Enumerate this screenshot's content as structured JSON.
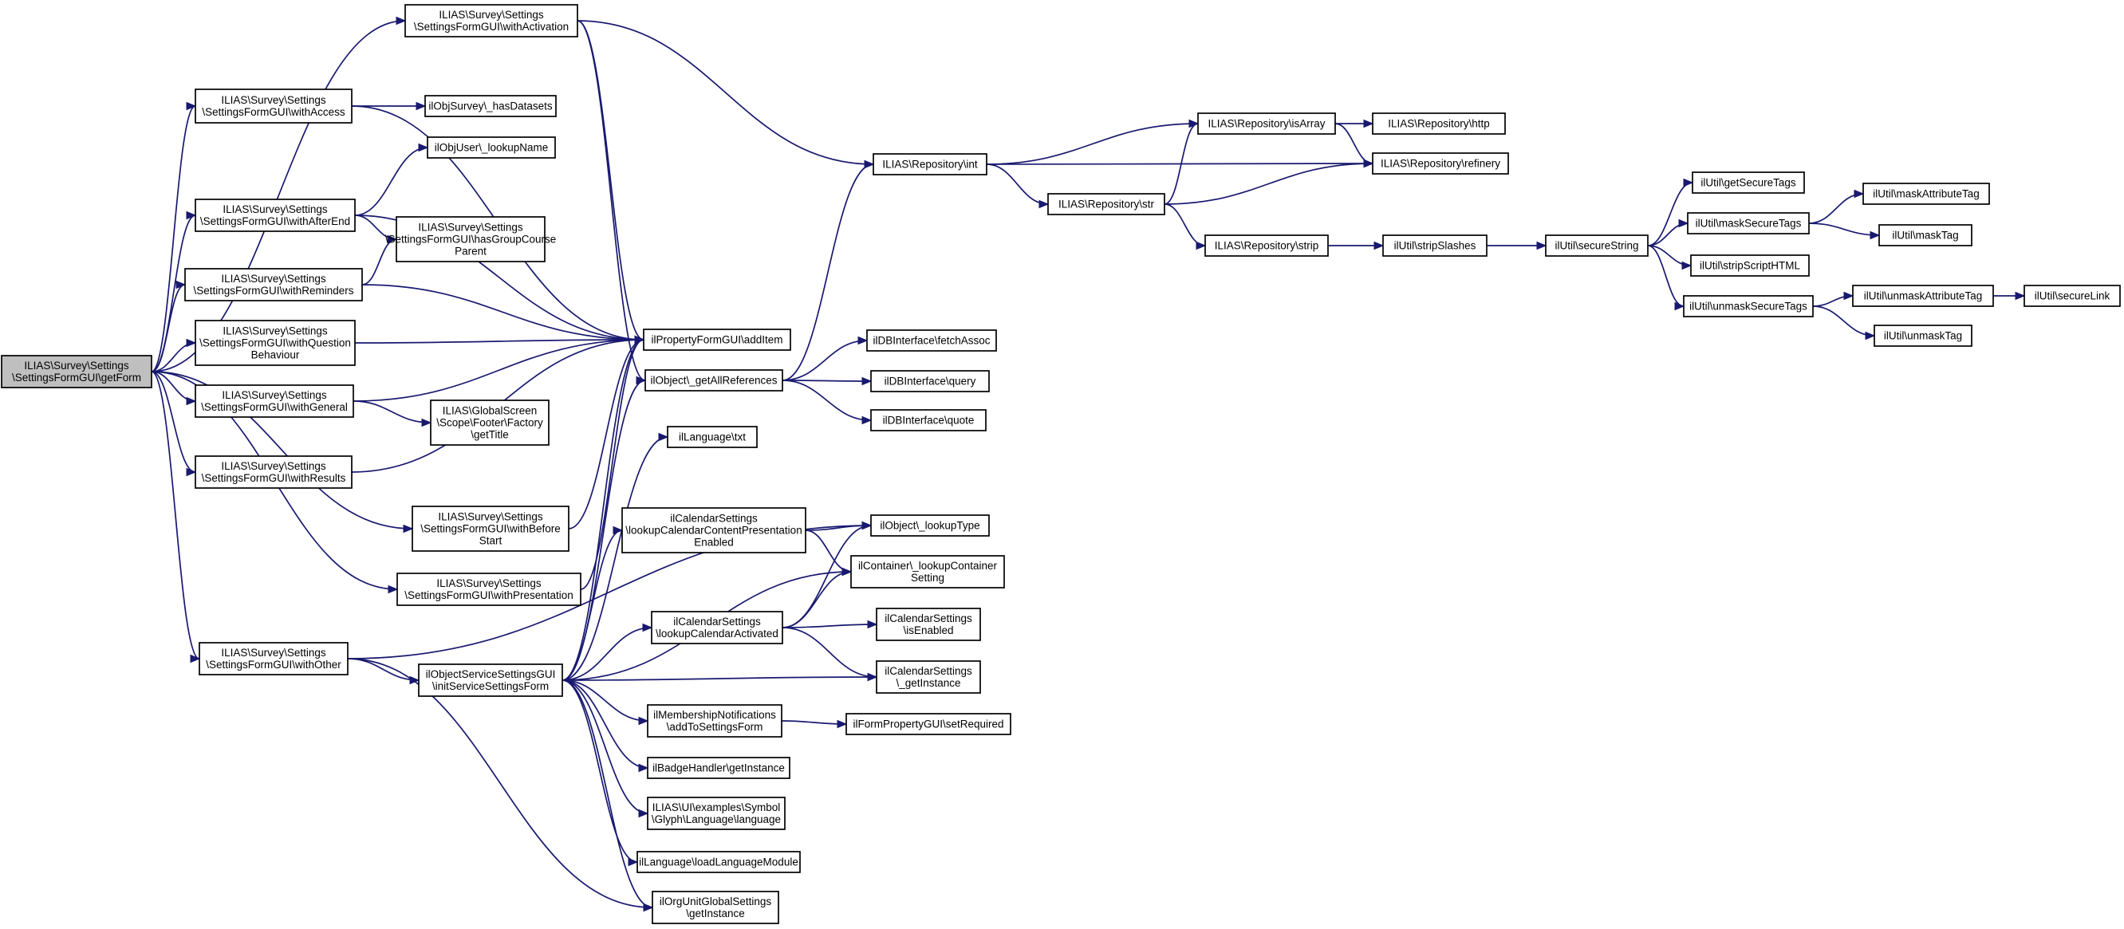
{
  "graph": {
    "edge_color": "#191970",
    "root_fill": "#bfbfbf",
    "nodes": [
      {
        "id": "getForm",
        "lines": [
          "ILIAS\\Survey\\Settings",
          "\\SettingsFormGUI\\getForm"
        ],
        "root": true
      },
      {
        "id": "withActivation",
        "lines": [
          "ILIAS\\Survey\\Settings",
          "\\SettingsFormGUI\\withActivation"
        ]
      },
      {
        "id": "withAccess",
        "lines": [
          "ILIAS\\Survey\\Settings",
          "\\SettingsFormGUI\\withAccess"
        ]
      },
      {
        "id": "withAfterEnd",
        "lines": [
          "ILIAS\\Survey\\Settings",
          "\\SettingsFormGUI\\withAfterEnd"
        ]
      },
      {
        "id": "withReminders",
        "lines": [
          "ILIAS\\Survey\\Settings",
          "\\SettingsFormGUI\\withReminders"
        ]
      },
      {
        "id": "withQuestionBehaviour",
        "lines": [
          "ILIAS\\Survey\\Settings",
          "\\SettingsFormGUI\\withQuestion",
          "Behaviour"
        ]
      },
      {
        "id": "withGeneral",
        "lines": [
          "ILIAS\\Survey\\Settings",
          "\\SettingsFormGUI\\withGeneral"
        ]
      },
      {
        "id": "withResults",
        "lines": [
          "ILIAS\\Survey\\Settings",
          "\\SettingsFormGUI\\withResults"
        ]
      },
      {
        "id": "withOther",
        "lines": [
          "ILIAS\\Survey\\Settings",
          "\\SettingsFormGUI\\withOther"
        ]
      },
      {
        "id": "hasDatasets",
        "lines": [
          "ilObjSurvey\\_hasDatasets"
        ]
      },
      {
        "id": "lookupName",
        "lines": [
          "ilObjUser\\_lookupName"
        ]
      },
      {
        "id": "hasGroupCourseParent",
        "lines": [
          "ILIAS\\Survey\\Settings",
          "\\SettingsFormGUI\\hasGroupCourse",
          "Parent"
        ]
      },
      {
        "id": "getTitle",
        "lines": [
          "ILIAS\\GlobalScreen",
          "\\Scope\\Footer\\Factory",
          "\\getTitle"
        ]
      },
      {
        "id": "withBeforeStart",
        "lines": [
          "ILIAS\\Survey\\Settings",
          "\\SettingsFormGUI\\withBefore",
          "Start"
        ]
      },
      {
        "id": "withPresentation",
        "lines": [
          "ILIAS\\Survey\\Settings",
          "\\SettingsFormGUI\\withPresentation"
        ]
      },
      {
        "id": "initServiceSettingsForm",
        "lines": [
          "ilObjectServiceSettingsGUI",
          "\\initServiceSettingsForm"
        ]
      },
      {
        "id": "addItem",
        "lines": [
          "ilPropertyFormGUI\\addItem"
        ]
      },
      {
        "id": "getAllReferences",
        "lines": [
          "ilObject\\_getAllReferences"
        ]
      },
      {
        "id": "txt",
        "lines": [
          "ilLanguage\\txt"
        ]
      },
      {
        "id": "lookupCalendarContentPresentationEnabled",
        "lines": [
          "ilCalendarSettings",
          "\\lookupCalendarContentPresentation",
          "Enabled"
        ]
      },
      {
        "id": "lookupCalendarActivated",
        "lines": [
          "ilCalendarSettings",
          "\\lookupCalendarActivated"
        ]
      },
      {
        "id": "addToSettingsForm",
        "lines": [
          "ilMembershipNotifications",
          "\\addToSettingsForm"
        ]
      },
      {
        "id": "badgeGetInstance",
        "lines": [
          "ilBadgeHandler\\getInstance"
        ]
      },
      {
        "id": "glyphLanguage",
        "lines": [
          "ILIAS\\UI\\examples\\Symbol",
          "\\Glyph\\Language\\language"
        ]
      },
      {
        "id": "loadLanguageModule",
        "lines": [
          "ilLanguage\\loadLanguageModule"
        ]
      },
      {
        "id": "orgUnitGetInstance",
        "lines": [
          "ilOrgUnitGlobalSettings",
          "\\getInstance"
        ]
      },
      {
        "id": "repoInt",
        "lines": [
          "ILIAS\\Repository\\int"
        ]
      },
      {
        "id": "fetchAssoc",
        "lines": [
          "ilDBInterface\\fetchAssoc"
        ]
      },
      {
        "id": "query",
        "lines": [
          "ilDBInterface\\query"
        ]
      },
      {
        "id": "quote",
        "lines": [
          "ilDBInterface\\quote"
        ]
      },
      {
        "id": "lookupType",
        "lines": [
          "ilObject\\_lookupType"
        ]
      },
      {
        "id": "lookupContainerSetting",
        "lines": [
          "ilContainer\\_lookupContainer",
          "Setting"
        ]
      },
      {
        "id": "calIsEnabled",
        "lines": [
          "ilCalendarSettings",
          "\\isEnabled"
        ]
      },
      {
        "id": "calGetInstance",
        "lines": [
          "ilCalendarSettings",
          "\\_getInstance"
        ]
      },
      {
        "id": "setRequired",
        "lines": [
          "ilFormPropertyGUI\\setRequired"
        ]
      },
      {
        "id": "isArray",
        "lines": [
          "ILIAS\\Repository\\isArray"
        ]
      },
      {
        "id": "http",
        "lines": [
          "ILIAS\\Repository\\http"
        ]
      },
      {
        "id": "refinery",
        "lines": [
          "ILIAS\\Repository\\refinery"
        ]
      },
      {
        "id": "str",
        "lines": [
          "ILIAS\\Repository\\str"
        ]
      },
      {
        "id": "strip",
        "lines": [
          "ILIAS\\Repository\\strip"
        ]
      },
      {
        "id": "stripSlashes",
        "lines": [
          "ilUtil\\stripSlashes"
        ]
      },
      {
        "id": "secureString",
        "lines": [
          "ilUtil\\secureString"
        ]
      },
      {
        "id": "getSecureTags",
        "lines": [
          "ilUtil\\getSecureTags"
        ]
      },
      {
        "id": "maskSecureTags",
        "lines": [
          "ilUtil\\maskSecureTags"
        ]
      },
      {
        "id": "stripScriptHTML",
        "lines": [
          "ilUtil\\stripScriptHTML"
        ]
      },
      {
        "id": "unmaskSecureTags",
        "lines": [
          "ilUtil\\unmaskSecureTags"
        ]
      },
      {
        "id": "maskAttributeTag",
        "lines": [
          "ilUtil\\maskAttributeTag"
        ]
      },
      {
        "id": "maskTag",
        "lines": [
          "ilUtil\\maskTag"
        ]
      },
      {
        "id": "unmaskAttributeTag",
        "lines": [
          "ilUtil\\unmaskAttributeTag"
        ]
      },
      {
        "id": "unmaskTag",
        "lines": [
          "ilUtil\\unmaskTag"
        ]
      },
      {
        "id": "secureLink",
        "lines": [
          "ilUtil\\secureLink"
        ]
      }
    ],
    "edges": [
      [
        "getForm",
        "withActivation"
      ],
      [
        "getForm",
        "withAccess"
      ],
      [
        "getForm",
        "withAfterEnd"
      ],
      [
        "getForm",
        "withReminders"
      ],
      [
        "getForm",
        "withQuestionBehaviour"
      ],
      [
        "getForm",
        "withGeneral"
      ],
      [
        "getForm",
        "withResults"
      ],
      [
        "getForm",
        "withBeforeStart"
      ],
      [
        "getForm",
        "withPresentation"
      ],
      [
        "getForm",
        "withOther"
      ],
      [
        "withActivation",
        "addItem"
      ],
      [
        "withActivation",
        "repoInt"
      ],
      [
        "withActivation",
        "getAllReferences"
      ],
      [
        "withAccess",
        "hasDatasets"
      ],
      [
        "withAccess",
        "addItem"
      ],
      [
        "withAfterEnd",
        "lookupName"
      ],
      [
        "withAfterEnd",
        "addItem"
      ],
      [
        "withAfterEnd",
        "hasGroupCourseParent"
      ],
      [
        "withReminders",
        "hasGroupCourseParent"
      ],
      [
        "withReminders",
        "addItem"
      ],
      [
        "withQuestionBehaviour",
        "addItem"
      ],
      [
        "withGeneral",
        "addItem"
      ],
      [
        "withGeneral",
        "getTitle"
      ],
      [
        "withResults",
        "addItem"
      ],
      [
        "withBeforeStart",
        "addItem"
      ],
      [
        "withPresentation",
        "addItem"
      ],
      [
        "withOther",
        "initServiceSettingsForm"
      ],
      [
        "withOther",
        "lookupType"
      ],
      [
        "withOther",
        "orgUnitGetInstance"
      ],
      [
        "initServiceSettingsForm",
        "addItem"
      ],
      [
        "initServiceSettingsForm",
        "getAllReferences"
      ],
      [
        "initServiceSettingsForm",
        "txt"
      ],
      [
        "initServiceSettingsForm",
        "lookupCalendarContentPresentationEnabled"
      ],
      [
        "initServiceSettingsForm",
        "lookupCalendarActivated"
      ],
      [
        "initServiceSettingsForm",
        "lookupContainerSetting"
      ],
      [
        "initServiceSettingsForm",
        "calGetInstance"
      ],
      [
        "initServiceSettingsForm",
        "addToSettingsForm"
      ],
      [
        "initServiceSettingsForm",
        "badgeGetInstance"
      ],
      [
        "initServiceSettingsForm",
        "glyphLanguage"
      ],
      [
        "initServiceSettingsForm",
        "loadLanguageModule"
      ],
      [
        "initServiceSettingsForm",
        "orgUnitGetInstance"
      ],
      [
        "getAllReferences",
        "repoInt"
      ],
      [
        "getAllReferences",
        "fetchAssoc"
      ],
      [
        "getAllReferences",
        "query"
      ],
      [
        "getAllReferences",
        "quote"
      ],
      [
        "lookupCalendarContentPresentationEnabled",
        "lookupType"
      ],
      [
        "lookupCalendarContentPresentationEnabled",
        "lookupContainerSetting"
      ],
      [
        "lookupCalendarActivated",
        "lookupType"
      ],
      [
        "lookupCalendarActivated",
        "lookupContainerSetting"
      ],
      [
        "lookupCalendarActivated",
        "calIsEnabled"
      ],
      [
        "lookupCalendarActivated",
        "calGetInstance"
      ],
      [
        "addToSettingsForm",
        "setRequired"
      ],
      [
        "repoInt",
        "isArray"
      ],
      [
        "repoInt",
        "refinery"
      ],
      [
        "repoInt",
        "str"
      ],
      [
        "isArray",
        "http"
      ],
      [
        "isArray",
        "refinery"
      ],
      [
        "str",
        "isArray"
      ],
      [
        "str",
        "refinery"
      ],
      [
        "str",
        "strip"
      ],
      [
        "strip",
        "stripSlashes"
      ],
      [
        "stripSlashes",
        "secureString"
      ],
      [
        "secureString",
        "getSecureTags"
      ],
      [
        "secureString",
        "maskSecureTags"
      ],
      [
        "secureString",
        "stripScriptHTML"
      ],
      [
        "secureString",
        "unmaskSecureTags"
      ],
      [
        "maskSecureTags",
        "maskAttributeTag"
      ],
      [
        "maskSecureTags",
        "maskTag"
      ],
      [
        "unmaskSecureTags",
        "unmaskAttributeTag"
      ],
      [
        "unmaskSecureTags",
        "unmaskTag"
      ],
      [
        "unmaskAttributeTag",
        "secureLink"
      ]
    ]
  }
}
